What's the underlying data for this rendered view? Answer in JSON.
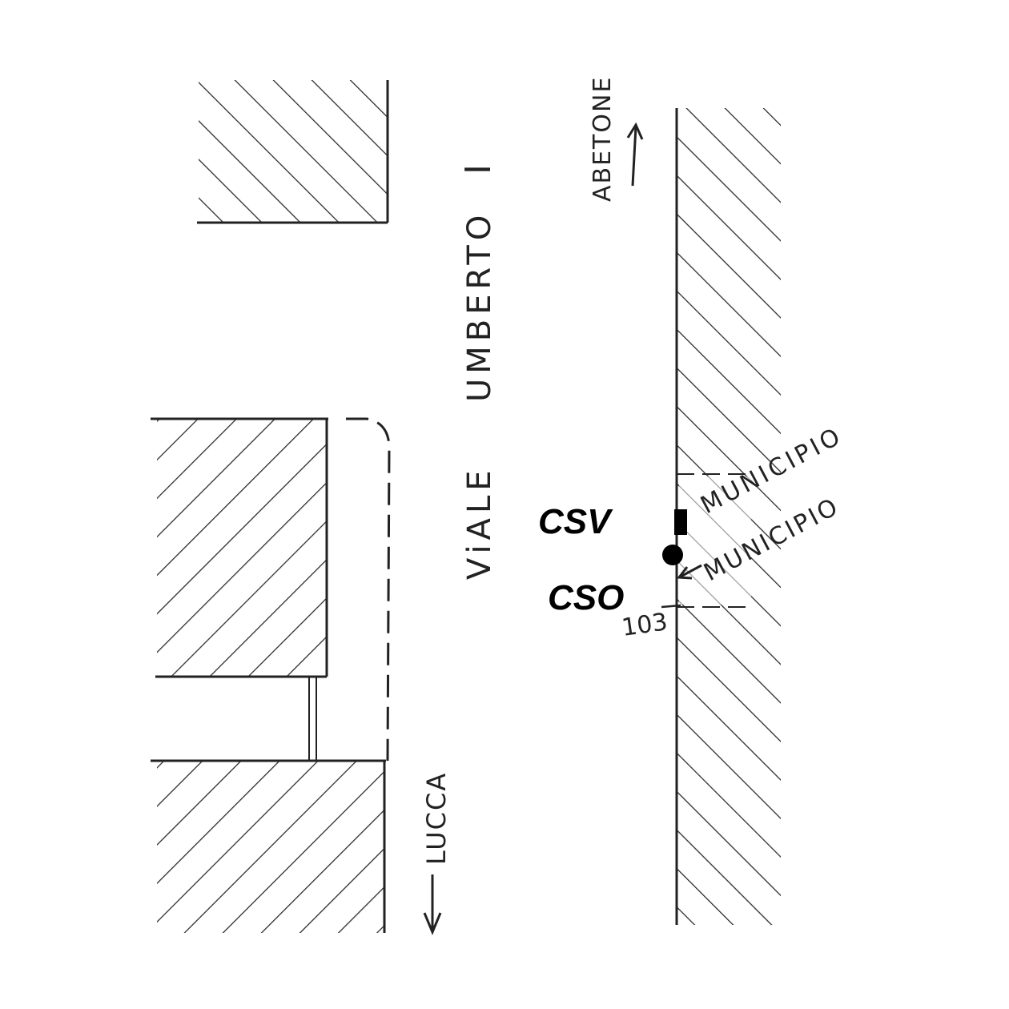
{
  "street": {
    "viale": "ViALE",
    "umberto": "UMBERTO",
    "numeral": "I"
  },
  "directions": {
    "north": "ABETONE",
    "south": "LUCCA"
  },
  "building": {
    "name": "MUNICIPIO",
    "name_arrow": "MUNICIPIO",
    "house_number": "103"
  },
  "markers": {
    "csv": "CSV",
    "cso": "CSO"
  },
  "colors": {
    "ink": "#222222",
    "marker": "#000000",
    "background": "#ffffff"
  }
}
